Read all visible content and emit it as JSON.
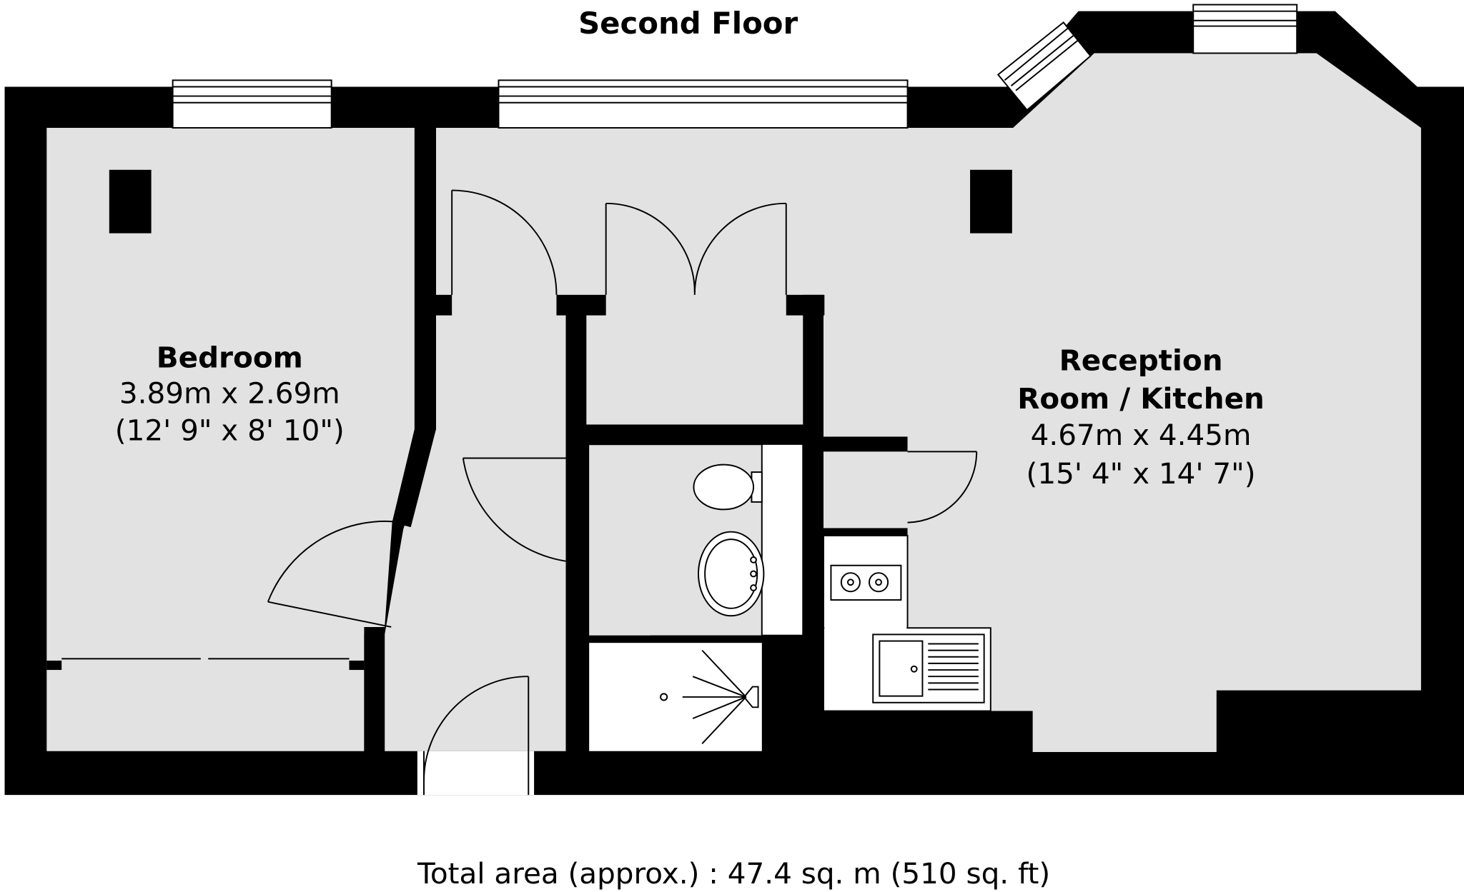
{
  "floor_title": "Second Floor",
  "rooms": {
    "bedroom": {
      "name": "Bedroom",
      "size_metric": "3.89m x 2.69m",
      "size_imperial": "(12' 9\" x 8' 10\")"
    },
    "reception": {
      "name_line1": "Reception",
      "name_line2": "Room / Kitchen",
      "size_metric": "4.67m x 4.45m",
      "size_imperial": "(15' 4\" x 14' 7\")"
    }
  },
  "total_area": "Total area (approx.) : 47.4 sq. m (510 sq. ft)",
  "colors": {
    "wall": "#000000",
    "floor": "#e2e2e2",
    "background": "#ffffff"
  }
}
